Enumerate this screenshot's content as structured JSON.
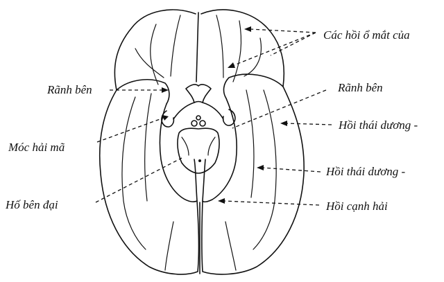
{
  "labels": {
    "orbital_gyri": "Các hồi ổ mắt của",
    "lateral_sulcus_left": "Rãnh bên",
    "lateral_sulcus_right": "Rãnh bên",
    "temporal_gyrus_1": "Hồi thái dương -",
    "uncus": "Móc hải mã",
    "temporal_gyrus_2": "Hồi thái dương -",
    "cerebral_fossa": "Hố bên đại",
    "parahippocampal_gyrus": "Hồi cạnh hải"
  },
  "colors": {
    "ink": "#111111",
    "background": "#ffffff"
  }
}
